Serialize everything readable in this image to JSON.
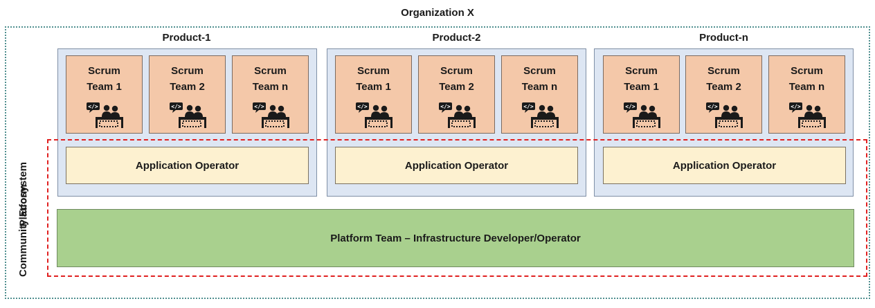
{
  "organization": {
    "title": "Organization X"
  },
  "ecosystem": {
    "label_line1": "Platform",
    "label_line2": "Community Ecosystem"
  },
  "products": [
    {
      "title": "Product-1",
      "teams": [
        [
          "Scrum",
          "Team 1"
        ],
        [
          "Scrum",
          "Team 2"
        ],
        [
          "Scrum",
          "Team n"
        ]
      ],
      "operator": "Application Operator"
    },
    {
      "title": "Product-2",
      "teams": [
        [
          "Scrum",
          "Team 1"
        ],
        [
          "Scrum",
          "Team 2"
        ],
        [
          "Scrum",
          "Team n"
        ]
      ],
      "operator": "Application Operator"
    },
    {
      "title": "Product-n",
      "teams": [
        [
          "Scrum",
          "Team 1"
        ],
        [
          "Scrum",
          "Team 2"
        ],
        [
          "Scrum",
          "Team n"
        ]
      ],
      "operator": "Application Operator"
    }
  ],
  "platform_team": {
    "label": "Platform Team – Infrastructure Developer/Operator"
  },
  "icons": {
    "team_icon": "developers-at-desk-icon",
    "code_bubble_text": "</>"
  },
  "colors": {
    "scrum_fill": "#f4c8a9",
    "product_fill": "#dde6f3",
    "operator_fill": "#fdf1d0",
    "platform_fill": "#a9d08e",
    "ecosystem_border": "#e02020",
    "organization_border": "#4f8f8f"
  }
}
